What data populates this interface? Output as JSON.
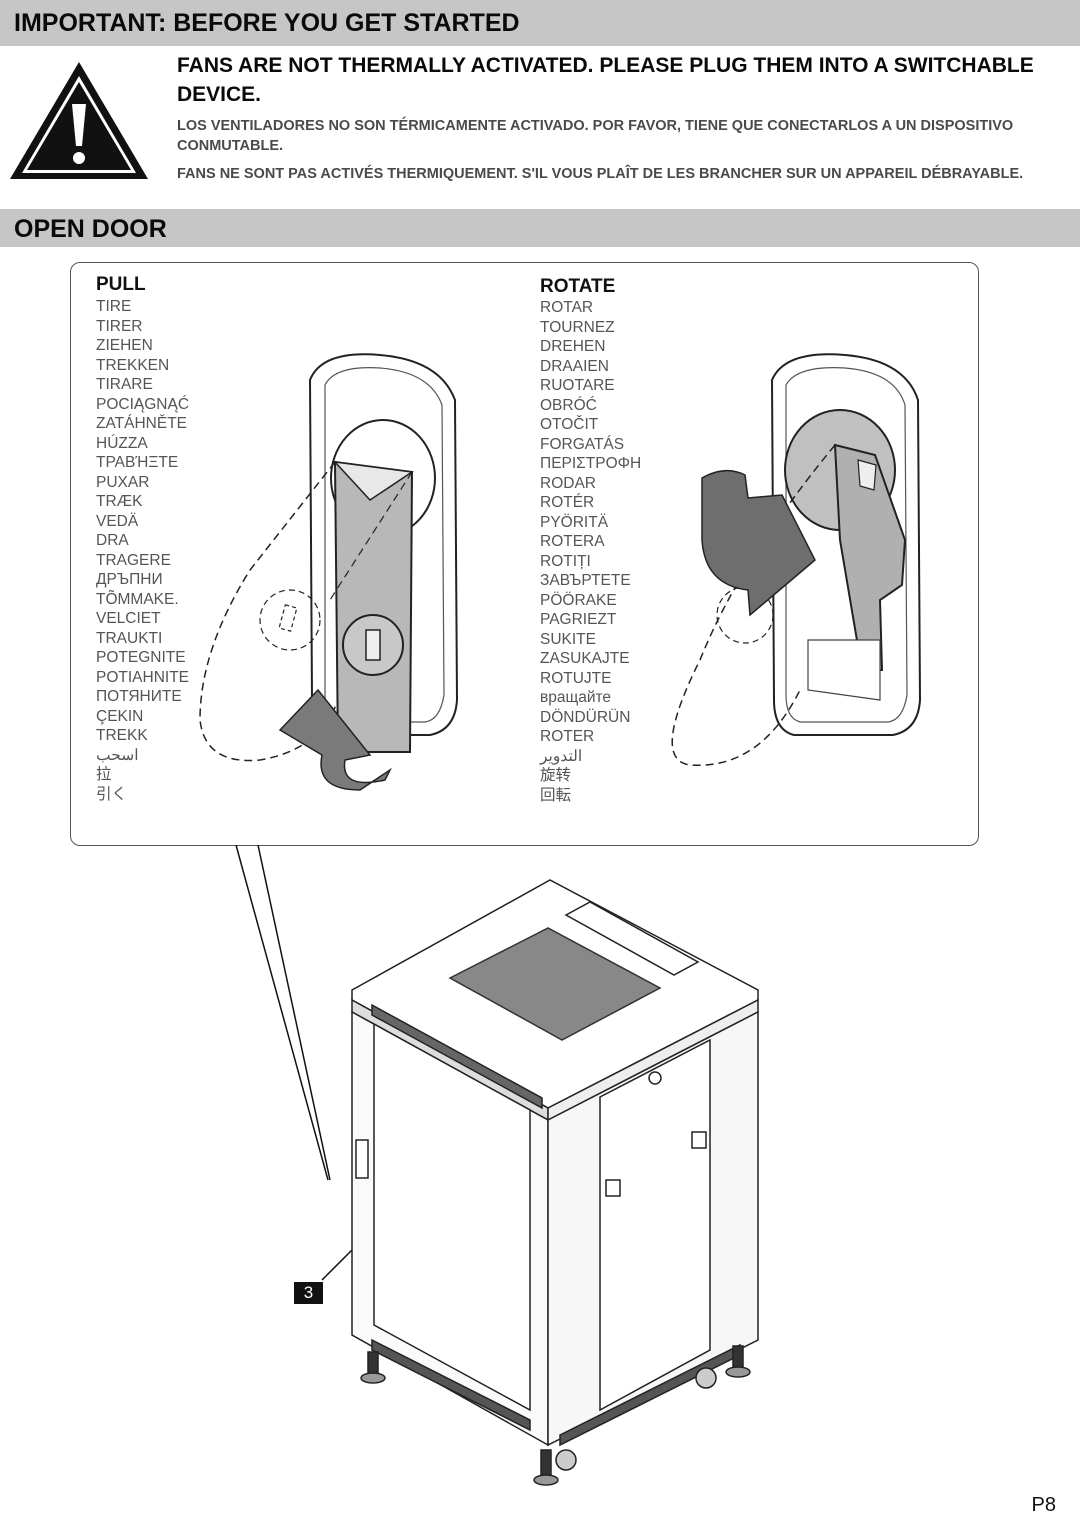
{
  "header": {
    "title": "IMPORTANT: BEFORE YOU GET STARTED"
  },
  "warning": {
    "icon": "warning-triangle-icon",
    "heading_en": "FANS ARE NOT THERMALLY ACTIVATED.  PLEASE PLUG THEM INTO A SWITCHABLE DEVICE.",
    "text_es": "LOS VENTILADORES NO SON TÉRMICAMENTE ACTIVADO. POR FAVOR, TIENE QUE CONECTARLOS A UN DISPOSITIVO CONMUTABLE.",
    "text_fr": "FANS NE SONT PAS ACTIVÉS THERMIQUEMENT. S'IL VOUS PLAÎT DE LES BRANCHER SUR UN APPAREIL DÉBRAYABLE."
  },
  "section": {
    "title": "OPEN DOOR"
  },
  "pull": {
    "heading": "PULL",
    "translations": [
      "TIRE",
      "TIRER",
      "ZIEHEN",
      "TREKKEN",
      "TIRARE",
      "POCIĄGNĄĆ",
      "ZATÁHNĚTE",
      "HÚZZA",
      "ΤΡΑΒΉΞΤΕ",
      "PUXAR",
      "TRÆK",
      "VEDÄ",
      "DRA",
      "TRAGERE",
      "ДРЪПНИ",
      "TÕMMAKE.",
      "VELCIET",
      "TRAUKTI",
      "POTEGNITE",
      "POTIAHNITE",
      "ПОТЯНИТЕ",
      "ÇEKIN",
      "TREKK",
      "اسحب",
      "拉",
      "引く"
    ]
  },
  "rotate": {
    "heading": "ROTATE",
    "translations": [
      "ROTAR",
      "TOURNEZ",
      "DREHEN",
      "DRAAIEN",
      "RUOTARE",
      "OBRÓĆ",
      "OTOČIT",
      "FORGATÁS",
      "ΠΕΡΙΣΤΡΟΦΗ",
      "RODAR",
      "ROTÉR",
      "PYÖRITÄ",
      "ROTERA",
      "ROTIȚI",
      "ЗАВЪРТЕТЕ",
      "PÖÖRAKE",
      "PAGRIEZT",
      "SUKITE",
      "ZASUKAJTE",
      "ROTUJTE",
      "вращайте",
      "DÖNDÜRÜN",
      "ROTER",
      "التدوير",
      "旋转",
      "回転"
    ]
  },
  "callout": {
    "label": "3"
  },
  "page": {
    "number": "P8"
  }
}
